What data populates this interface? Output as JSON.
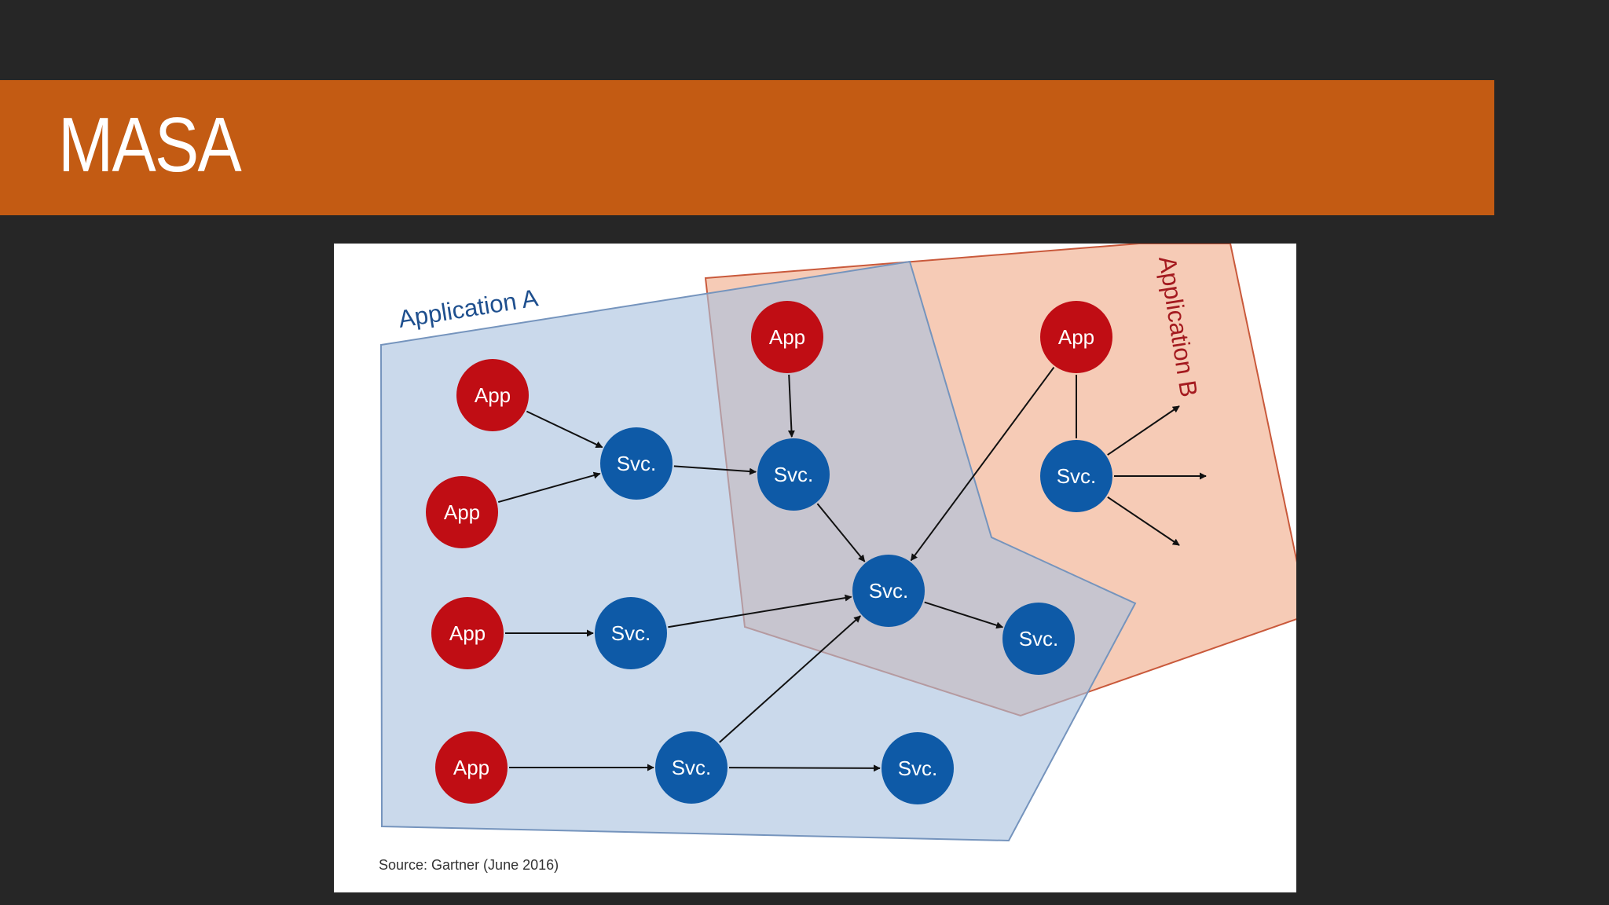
{
  "slide": {
    "title": "MASA"
  },
  "diagram": {
    "region_a_label": "Application A",
    "region_b_label": "Application B",
    "app_label": "App",
    "svc_label": "Svc.",
    "source": "Source: Gartner (June 2016)",
    "colors": {
      "app_node": "#c00d14",
      "svc_node": "#0e5aa7",
      "region_a_fill": "#c6d6e8",
      "region_a_stroke": "#7594bd",
      "region_b_fill": "#f6cbb6",
      "region_b_stroke": "#c9593b",
      "region_a_text": "#1e4f8e",
      "region_b_text": "#a41a1f",
      "edge": "#111111"
    },
    "nodes": [
      {
        "id": "app-a1",
        "kind": "app",
        "label": "App"
      },
      {
        "id": "app-a2",
        "kind": "app",
        "label": "App"
      },
      {
        "id": "app-a3",
        "kind": "app",
        "label": "App"
      },
      {
        "id": "app-a4",
        "kind": "app",
        "label": "App"
      },
      {
        "id": "app-mid",
        "kind": "app",
        "label": "App"
      },
      {
        "id": "app-b",
        "kind": "app",
        "label": "App"
      },
      {
        "id": "svc-1",
        "kind": "svc",
        "label": "Svc."
      },
      {
        "id": "svc-mid-top",
        "kind": "svc",
        "label": "Svc."
      },
      {
        "id": "svc-b",
        "kind": "svc",
        "label": "Svc."
      },
      {
        "id": "svc-row3",
        "kind": "svc",
        "label": "Svc."
      },
      {
        "id": "svc-center",
        "kind": "svc",
        "label": "Svc."
      },
      {
        "id": "svc-right",
        "kind": "svc",
        "label": "Svc."
      },
      {
        "id": "svc-row4",
        "kind": "svc",
        "label": "Svc."
      },
      {
        "id": "svc-row4-end",
        "kind": "svc",
        "label": "Svc."
      }
    ],
    "edges": [
      {
        "from": "app-a1",
        "to": "svc-1",
        "arrow": true
      },
      {
        "from": "app-a2",
        "to": "svc-1",
        "arrow": true
      },
      {
        "from": "svc-1",
        "to": "svc-mid-top",
        "arrow": true
      },
      {
        "from": "app-mid",
        "to": "svc-mid-top",
        "arrow": true
      },
      {
        "from": "svc-mid-top",
        "to": "svc-center",
        "arrow": true
      },
      {
        "from": "app-b",
        "to": "svc-center",
        "arrow": true
      },
      {
        "from": "app-b",
        "to": "svc-b",
        "arrow": false
      },
      {
        "from": "app-a3",
        "to": "svc-row3",
        "arrow": true
      },
      {
        "from": "svc-row3",
        "to": "svc-center",
        "arrow": true
      },
      {
        "from": "svc-center",
        "to": "svc-right",
        "arrow": true
      },
      {
        "from": "app-a4",
        "to": "svc-row4",
        "arrow": true
      },
      {
        "from": "svc-row4",
        "to": "svc-row4-end",
        "arrow": true
      },
      {
        "from": "svc-row4",
        "to": "svc-center",
        "arrow": true
      }
    ],
    "external_outputs_from_svc_b": 3
  }
}
